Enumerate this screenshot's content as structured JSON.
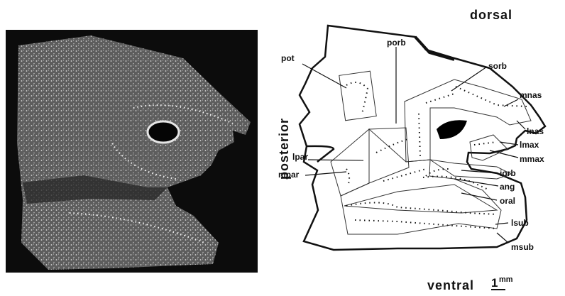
{
  "orientation": {
    "dorsal": "dorsal",
    "ventral": "ventral",
    "posterior": "posterior"
  },
  "labels": {
    "porb": "porb",
    "pot": "pot",
    "sorb": "sorb",
    "mnas": "mnas",
    "lnas": "lnas",
    "lmax": "lmax",
    "mmax": "mmax",
    "iorb": "iorb",
    "ang": "ang",
    "oral": "oral",
    "lsub": "lsub",
    "msub": "msub",
    "lpar": "lpar",
    "mpar": "mpar"
  },
  "scale_bar": {
    "value": "1",
    "unit": "mm"
  }
}
